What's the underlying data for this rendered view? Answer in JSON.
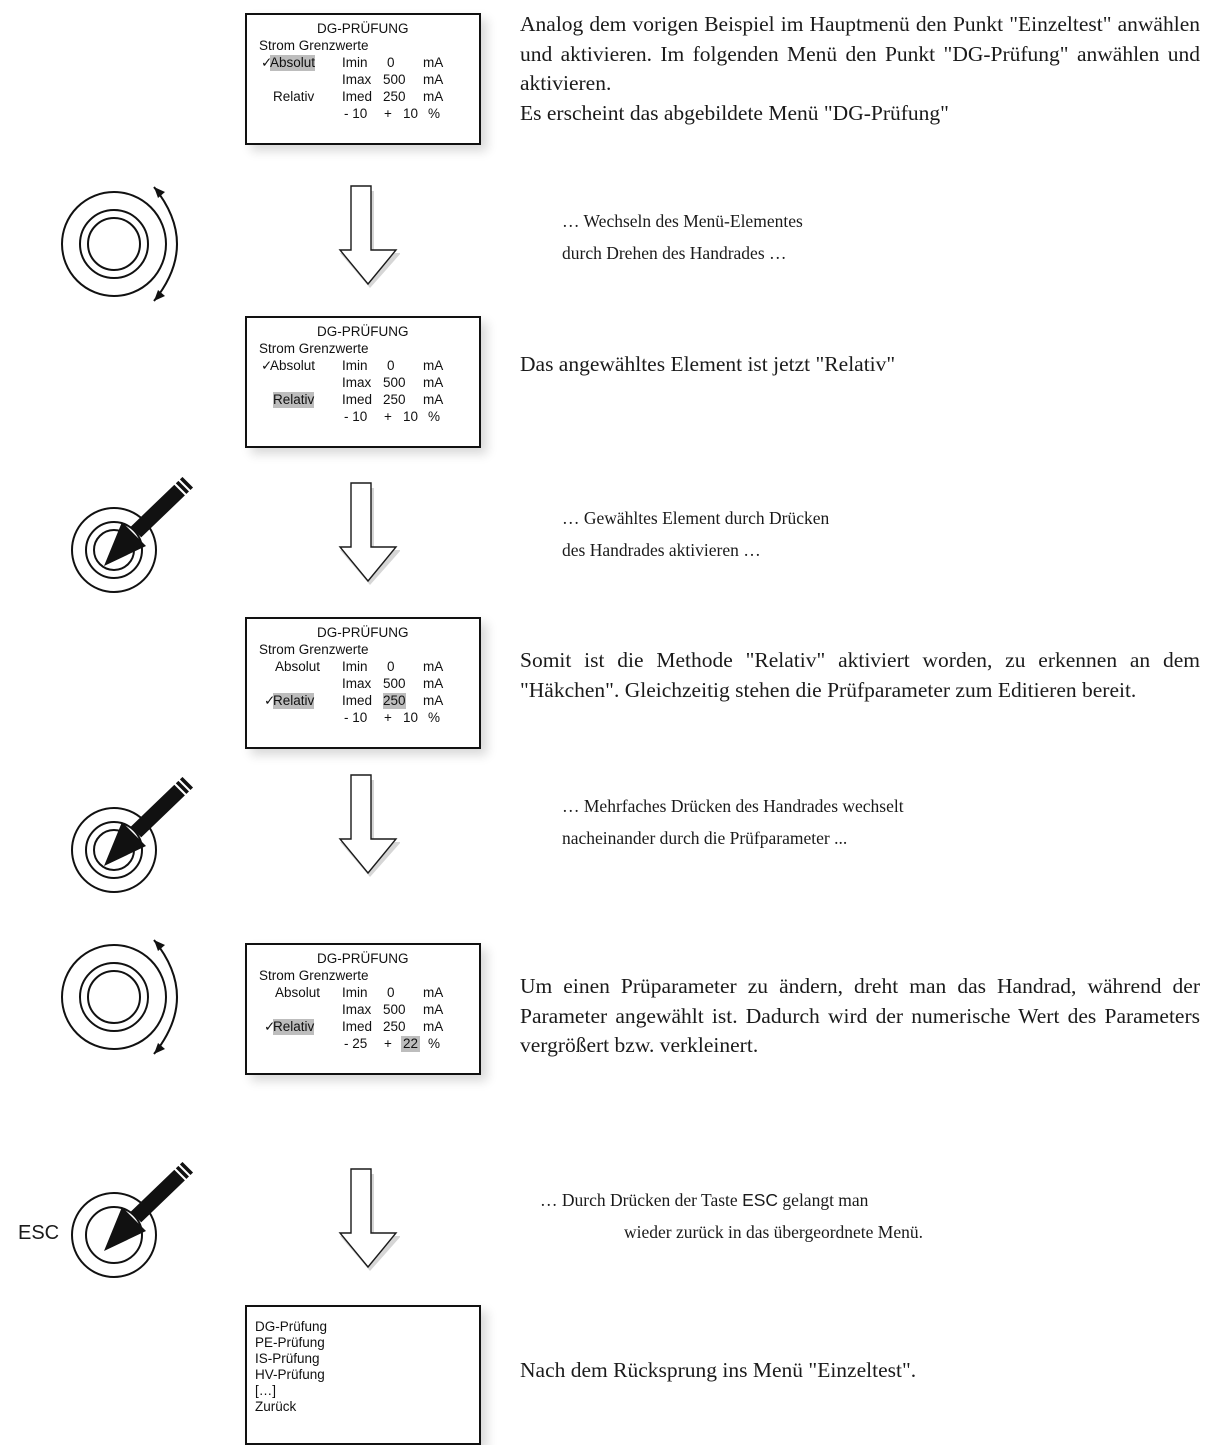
{
  "screens": [
    {
      "title": "DG-PRÜFUNG",
      "subtitle": "Strom Grenzwerte",
      "check_absolut": "✓",
      "absolut": "Absolut",
      "imin": "Imin",
      "imin_val": "0",
      "imin_unit": "mA",
      "imax": "Imax",
      "imax_val": "500",
      "imax_unit": "mA",
      "check_relativ": "",
      "relativ": "Relativ",
      "imed": "Imed",
      "imed_val": "250",
      "imed_unit": "mA",
      "tol_minus": "- 10",
      "plus": "+",
      "tol_plus": "10",
      "percent": "%"
    },
    {
      "title": "DG-PRÜFUNG",
      "subtitle": "Strom Grenzwerte",
      "check_absolut": "✓",
      "absolut": "Absolut",
      "imin": "Imin",
      "imin_val": "0",
      "imin_unit": "mA",
      "imax": "Imax",
      "imax_val": "500",
      "imax_unit": "mA",
      "check_relativ": "",
      "relativ": "Relativ",
      "imed": "Imed",
      "imed_val": "250",
      "imed_unit": "mA",
      "tol_minus": "- 10",
      "plus": "+",
      "tol_plus": "10",
      "percent": "%"
    },
    {
      "title": "DG-PRÜFUNG",
      "subtitle": "Strom Grenzwerte",
      "check_absolut": "",
      "absolut": "Absolut",
      "imin": "Imin",
      "imin_val": "0",
      "imin_unit": "mA",
      "imax": "Imax",
      "imax_val": "500",
      "imax_unit": "mA",
      "check_relativ": "✓",
      "relativ": "Relativ",
      "imed": "Imed",
      "imed_val": "250",
      "imed_unit": "mA",
      "tol_minus": "- 10",
      "plus": "+",
      "tol_plus": "10",
      "percent": "%"
    },
    {
      "title": "DG-PRÜFUNG",
      "subtitle": "Strom Grenzwerte",
      "check_absolut": "",
      "absolut": "Absolut",
      "imin": "Imin",
      "imin_val": "0",
      "imin_unit": "mA",
      "imax": "Imax",
      "imax_val": "500",
      "imax_unit": "mA",
      "check_relativ": "✓",
      "relativ": "Relativ",
      "imed": "Imed",
      "imed_val": "250",
      "imed_unit": "mA",
      "tol_minus": "- 25",
      "plus": "+",
      "tol_plus": "22",
      "percent": "%"
    }
  ],
  "menu_screen": {
    "items": [
      "DG-Prüfung",
      "PE-Prüfung",
      "IS-Prüfung",
      "HV-Prüfung",
      "[…]",
      "Zurück"
    ]
  },
  "paragraphs": {
    "p1_line1": "Analog dem vorigen Beispiel im Hauptmenü den Punkt \"Einzeltest\" anwählen und aktivieren. Im folgenden Menü den Punkt \"DG-Prüfung\" anwählen und aktivieren.",
    "p1_line2": "Es erscheint das abgebildete Menü \"DG-Prüfung\"",
    "p2": "Das angewähltes Element ist jetzt \"Relativ\"",
    "p3": "Somit ist die Methode \"Relativ\" aktiviert worden, zu erkennen an dem \"Häkchen\". Gleichzeitig stehen die Prüfparameter zum Editieren bereit.",
    "p4": "Um einen Prüparameter zu ändern, dreht man das Handrad, während der Parameter angewählt ist. Dadurch wird der numerische Wert des Parameters vergrößert bzw. verkleinert.",
    "p5": "Nach dem Rücksprung ins Menü \"Einzeltest\"."
  },
  "steps": {
    "s1_l1": "… Wechseln des Menü-Elementes",
    "s1_l2": "durch Drehen des Handrades …",
    "s2_l1": "… Gewähltes Element durch Drücken",
    "s2_l2": "des Handrades aktivieren …",
    "s3_l1": "… Mehrfaches Drücken des Handrades wechselt",
    "s3_l2": "nacheinander durch die Prüfparameter ...",
    "s4_l1a": "…  Durch Drücken der Taste ",
    "s4_key": "ESC",
    "s4_l1b": " gelangt man",
    "s4_l2": "wieder zurück in das übergeordnete Menü."
  },
  "esc_label": "ESC",
  "icons": {
    "turn": "handwheel-turn-icon",
    "press": "handwheel-press-icon",
    "arrow": "down-arrow-icon"
  }
}
